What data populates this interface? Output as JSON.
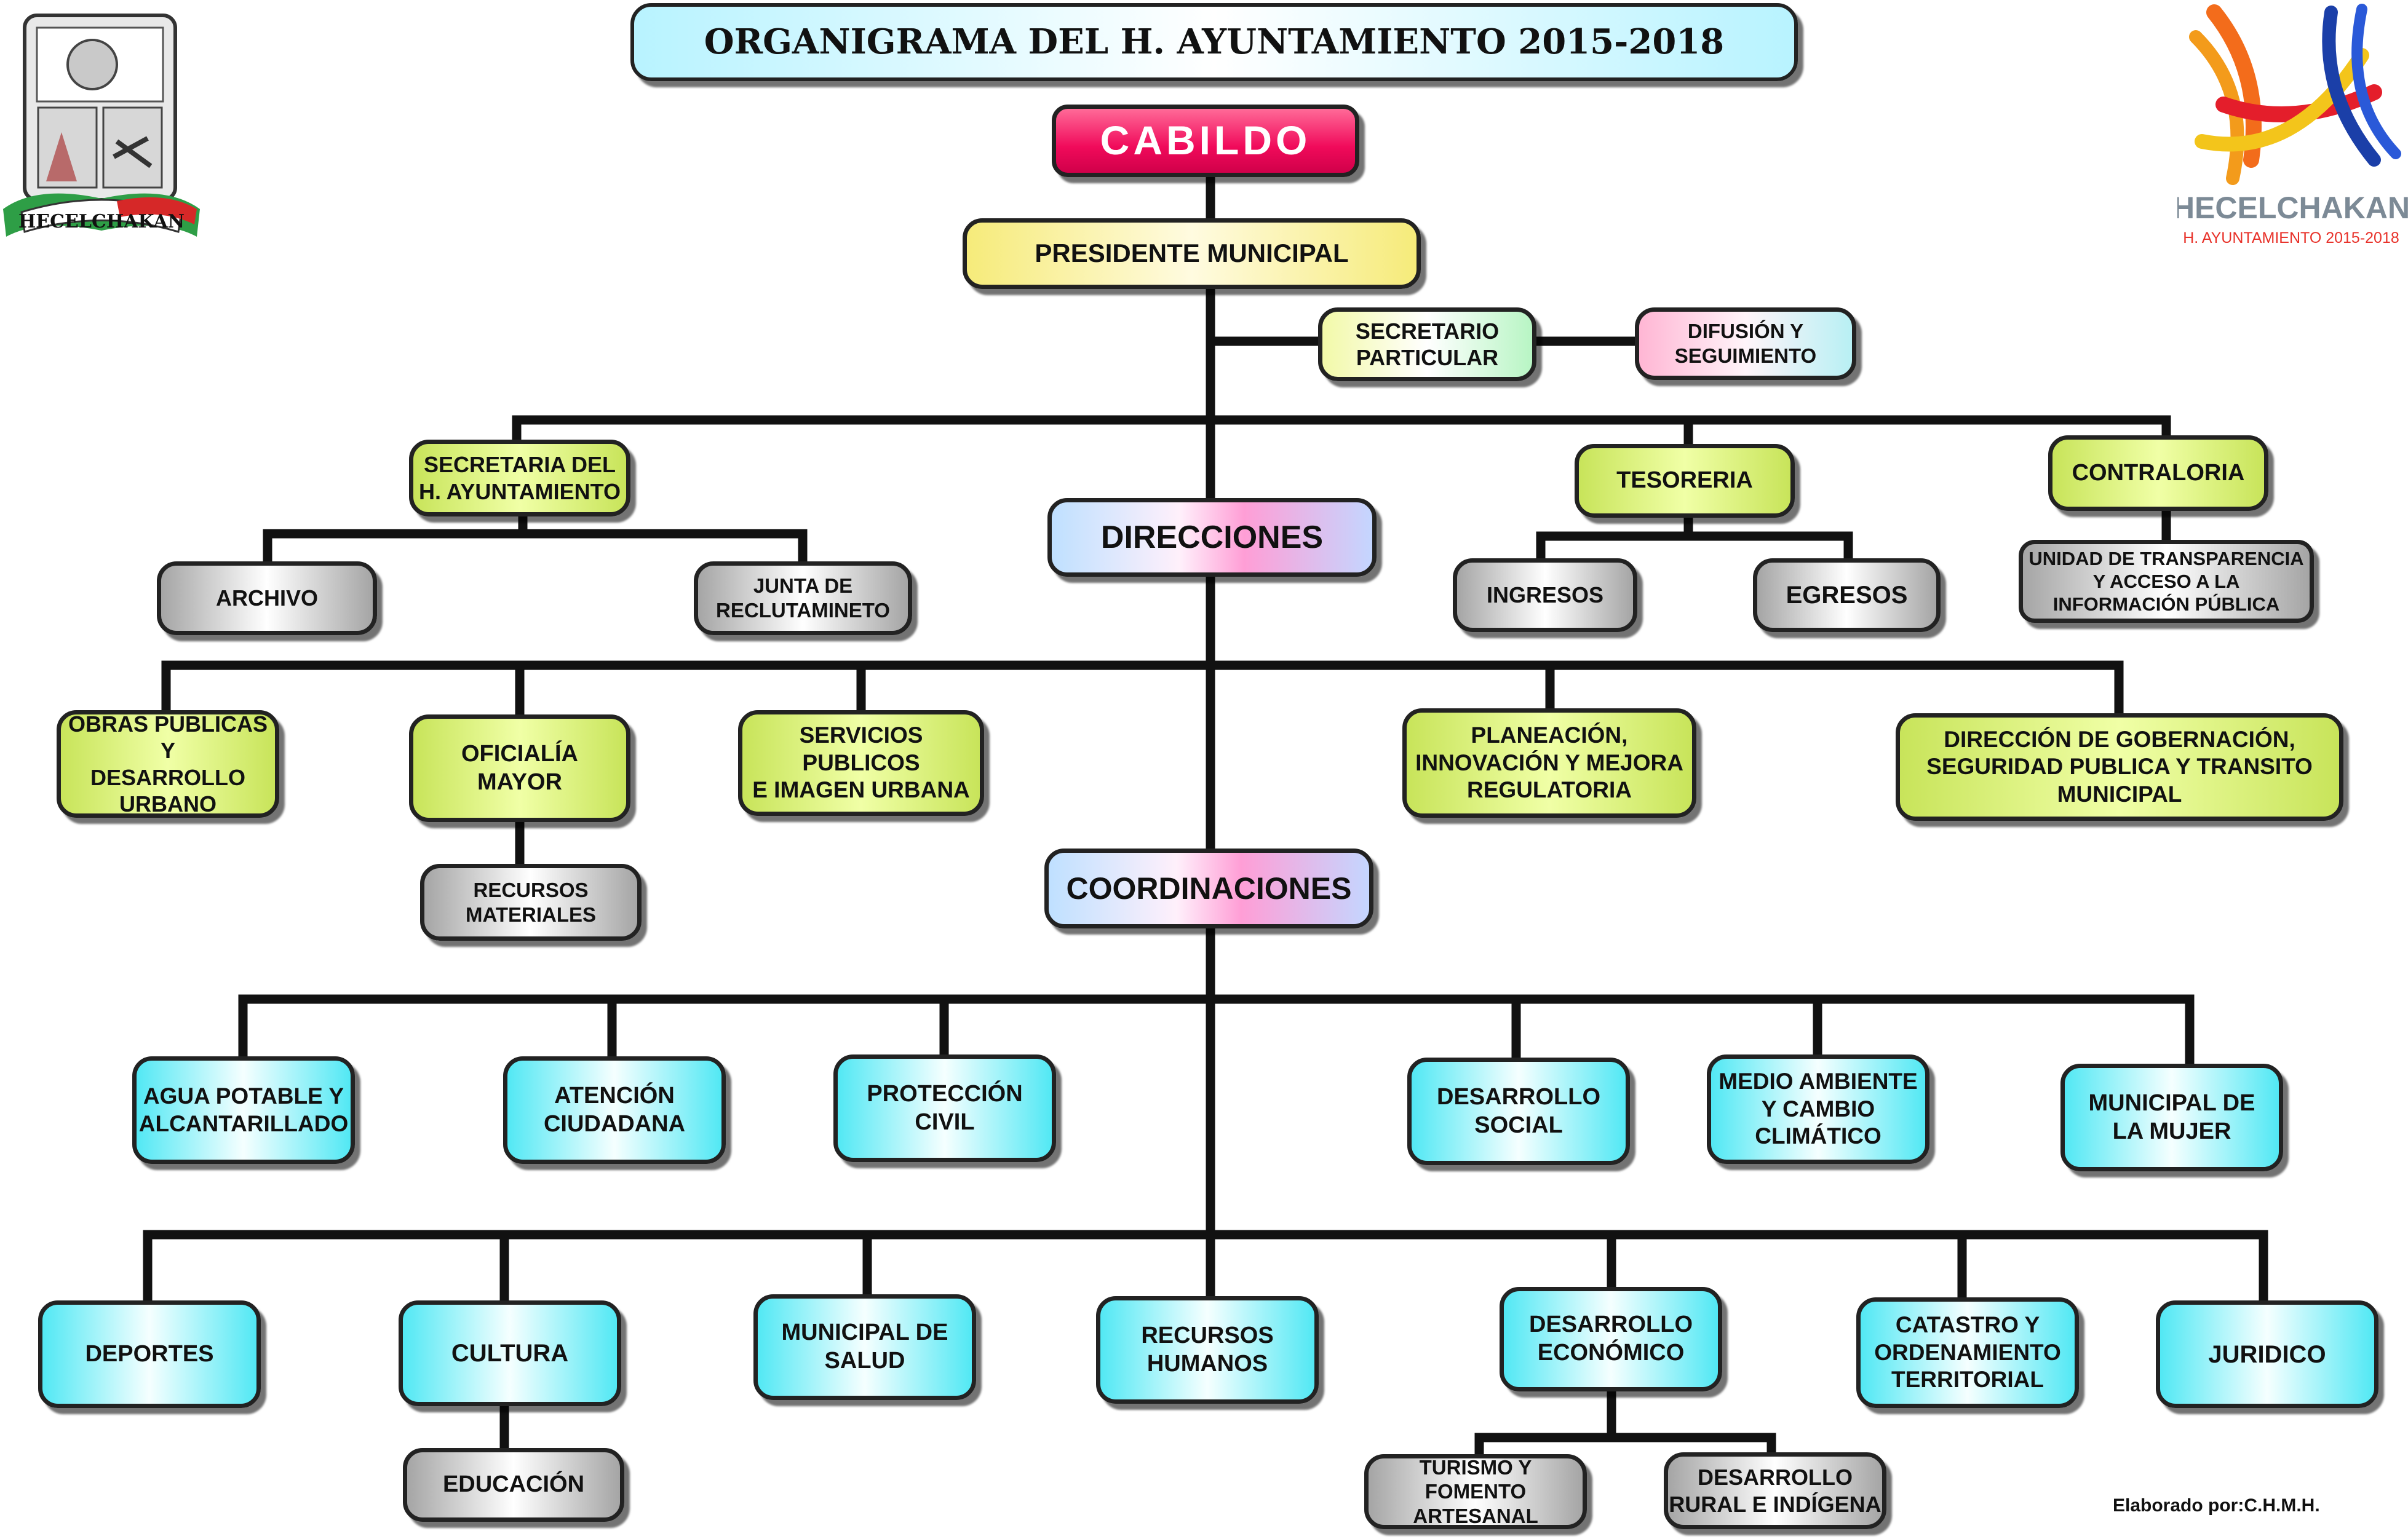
{
  "title": "ORGANIGRAMA DEL H. AYUNTAMIENTO 2015-2018",
  "cabildo": "CABILDO",
  "presidente": "PRESIDENTE MUNICIPAL",
  "secretario_particular": "SECRETARIO\nPARTICULAR",
  "difusion": "DIFUSIÓN Y\nSEGUIMIENTO",
  "secretaria": "SECRETARIA   DEL\nH.  AYUNTAMIENTO",
  "tesoreria": "TESORERIA",
  "contraloria": "CONTRALORIA",
  "archivo": "ARCHIVO",
  "junta": "JUNTA DE\nRECLUTAMINETO",
  "direcciones": "DIRECCIONES",
  "ingresos": "INGRESOS",
  "egresos": "EGRESOS",
  "transparencia": "UNIDAD DE TRANSPARENCIA\nY ACCESO A LA\nINFORMACIÓN PÚBLICA",
  "obras": "OBRAS PUBLICAS Y\nDESARROLLO\nURBANO",
  "oficialia": "OFICIALÍA\nMAYOR",
  "servicios": "SERVICIOS PUBLICOS\nE IMAGEN URBANA",
  "planeacion": "PLANEACIÓN,\nINNOVACIÓN Y MEJORA\nREGULATORIA",
  "gobernacion": "DIRECCIÓN DE GOBERNACIÓN,\nSEGURIDAD PUBLICA Y TRANSITO\nMUNICIPAL",
  "recursos_materiales": "RECURSOS\nMATERIALES",
  "coordinaciones": "COORDINACIONES",
  "agua": "AGUA POTABLE Y\nALCANTARILLADO",
  "atencion": "ATENCIÓN\nCIUDADANA",
  "proteccion": "PROTECCIÓN\nCIVIL",
  "desarrollo_social": "DESARROLLO\nSOCIAL",
  "medio_ambiente": "MEDIO AMBIENTE\nY CAMBIO\nCLIMÁTICO",
  "mujer": "MUNICIPAL DE\nLA MUJER",
  "deportes": "DEPORTES",
  "cultura": "CULTURA",
  "salud": "MUNICIPAL DE\nSALUD",
  "recursos_humanos": "RECURSOS\nHUMANOS",
  "desarrollo_economico": "DESARROLLO\nECONÓMICO",
  "catastro": "CATASTRO Y\nORDENAMIENTO\nTERRITORIAL",
  "juridico": "JURIDICO",
  "educacion": "EDUCACIÓN",
  "turismo": "TURISMO Y FOMENTO\nARTESANAL",
  "desarrollo_rural": "DESARROLLO\nRURAL E INDÍGENA",
  "credit": "Elaborado por:C.H.M.H.",
  "logo_left_text": "HECELCHAKAN",
  "logo_right_name": "HECELCHAKAN",
  "logo_right_sub": "H. AYUNTAMIENTO 2015-2018",
  "colors": {
    "cabildo": "#e8084f",
    "green": "#d6ec70",
    "cyan": "#52e8f4",
    "gray": "#bdbdbd",
    "connector": "#111111"
  }
}
